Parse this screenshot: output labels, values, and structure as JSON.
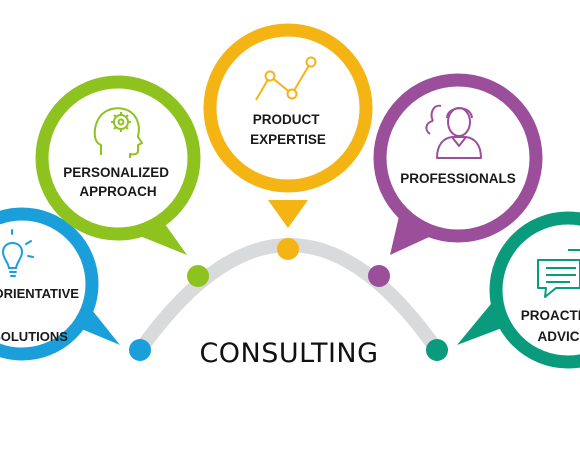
{
  "center_title": "CONSULTING",
  "bubbles": [
    {
      "id": "innovative",
      "lines": [
        "ORIENTATIVE",
        "SOLUTIONS"
      ],
      "color": "#1a9fdb",
      "icon": "lightbulb-icon"
    },
    {
      "id": "personalized",
      "lines": [
        "PERSONALIZED",
        "APPROACH"
      ],
      "color": "#8dc21f",
      "icon": "head-gear-icon"
    },
    {
      "id": "product",
      "lines": [
        "PRODUCT",
        "EXPERTISE"
      ],
      "color": "#f4b414",
      "icon": "line-chart-icon"
    },
    {
      "id": "professionals",
      "lines": [
        "PROFESSIONALS"
      ],
      "color": "#9b4f9b",
      "icon": "people-icon"
    },
    {
      "id": "proactive",
      "lines": [
        "PROACTIVE",
        "ADVICE"
      ],
      "color": "#0a9a7c",
      "icon": "chat-bubbles-icon"
    }
  ],
  "arc_color": "#d9dadb"
}
